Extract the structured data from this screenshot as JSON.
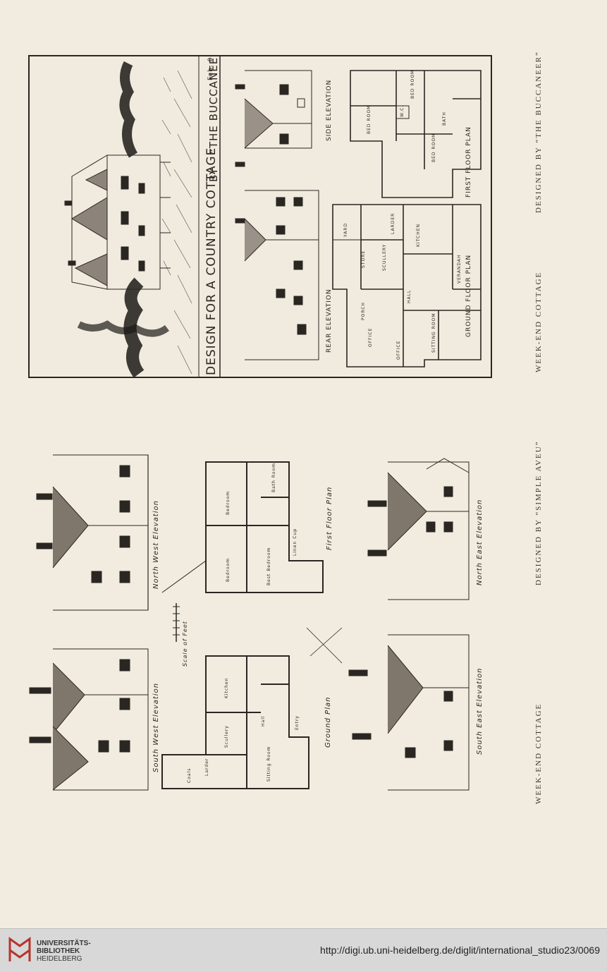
{
  "top_plate": {
    "title": "DESIGN FOR A COUNTRY COTTAGE",
    "by": "BY",
    "author": "\"THE BUCCANEER\"",
    "date": "Feb. 04",
    "labels": {
      "side_elevation": "SIDE ELEVATION",
      "rear_elevation": "REAR ELEVATION",
      "first_floor_plan": "FIRST FLOOR PLAN",
      "ground_floor_plan": "GROUND FLOOR PLAN"
    },
    "rooms_first": [
      "BED ROOM",
      "BED ROOM",
      "BED ROOM",
      "BATH",
      "W.C."
    ],
    "rooms_ground": [
      "YARD",
      "SCULLERY",
      "KITCHEN",
      "HALL",
      "OFFICE",
      "SITTING ROOM",
      "VERANDAH",
      "OFFICE",
      "PORCH",
      "LARDER",
      "STORE"
    ]
  },
  "top_captions": {
    "left": "WEEK-END COTTAGE",
    "right": "DESIGNED BY “THE BUCCANEER”"
  },
  "bottom_plate": {
    "labels": {
      "north_west": "North West Elevation",
      "south_west": "South West Elevation",
      "north_east": "North East Elevation",
      "south_east": "South East Elevation",
      "first_floor": "First Floor Plan",
      "ground_floor": "Ground Plan",
      "scale": "Scale of Feet"
    },
    "rooms_first": [
      "Bedroom",
      "Bedroom",
      "Best Bedroom",
      "Bath Room",
      "Linen Cup"
    ],
    "rooms_ground": [
      "Kitchen",
      "Scullery",
      "Sitting Room",
      "Hall",
      "Larder",
      "Coals",
      "Entry"
    ]
  },
  "bottom_captions": {
    "left": "WEEK-END COTTAGE",
    "right": "DESIGNED BY “SIMPLE AVEU”"
  },
  "footer": {
    "logo_line1": "UNIVERSITÄTS-",
    "logo_line2": "BIBLIOTHEK",
    "logo_line3": "HEIDELBERG",
    "url": "http://digi.ub.uni-heidelberg.de/diglit/international_studio23/0069"
  },
  "colors": {
    "paper": "#f1ecdf",
    "ink": "#2a2622",
    "footer": "#d8d8d8",
    "logo_red": "#b5352b"
  }
}
